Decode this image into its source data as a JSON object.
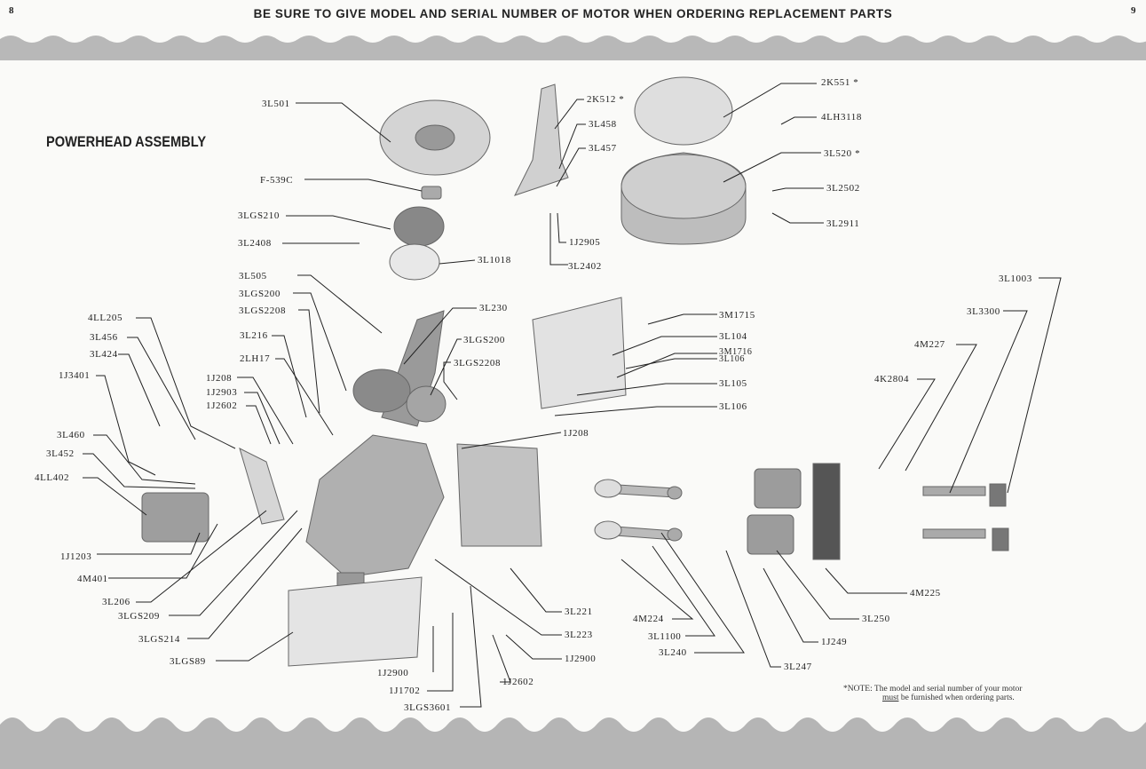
{
  "header": {
    "page_left": "8",
    "page_right": "9",
    "title": "BE SURE TO GIVE MODEL AND SERIAL NUMBER OF MOTOR WHEN ORDERING REPLACEMENT PARTS"
  },
  "section_title": "POWERHEAD ASSEMBLY",
  "labels": {
    "l3L501": "3L501",
    "f539c": "F-539C",
    "l3LGS210": "3LGS210",
    "l3L2408": "3L2408",
    "l3L1018": "3L1018",
    "l2K512": "2K512 *",
    "l3L458": "3L458",
    "l3L457": "3L457",
    "l1J2905": "1J2905",
    "l3L2402": "3L2402",
    "l2K551": "2K551 *",
    "l4LH3118": "4LH3118",
    "l3L520": "3L520 *",
    "l3L2502": "3L2502",
    "l3L2911": "3L2911",
    "l3L505": "3L505",
    "l3LGS200a": "3LGS200",
    "l3LGS2208a": "3LGS2208",
    "l3L230": "3L230",
    "l3LGS200b": "3LGS200",
    "l3LGS2208b": "3LGS2208",
    "l3L216": "3L216",
    "l2LH17": "2LH17",
    "l1J208a": "1J208",
    "l1J2903": "1J2903",
    "l1J2602a": "1J2602",
    "l4LL205": "4LL205",
    "l3L456": "3L456",
    "l3L424": "3L424",
    "l1J3401": "1J3401",
    "l3L460": "3L460",
    "l3L452": "3L452",
    "l4LL402": "4LL402",
    "l1J1203": "1J1203",
    "l4M401": "4M401",
    "l3L206": "3L206",
    "l3LGS209": "3LGS209",
    "l3LGS214": "3LGS214",
    "l3LGS89": "3LGS89",
    "l3M1715": "3M1715",
    "l3L104": "3L104",
    "l3M1716": "3M1716",
    "l3L106a": "3L106",
    "l3L105": "3L105",
    "l3L106b": "3L106",
    "l1J208b": "1J208",
    "l3L1003": "3L1003",
    "l3L3300": "3L3300",
    "l4M227": "4M227",
    "l4K2804": "4K2804",
    "l4M225": "4M225",
    "l3L250": "3L250",
    "l1J249": "1J249",
    "l3L247": "3L247",
    "l4M224": "4M224",
    "l3L1100": "3L1100",
    "l3L240": "3L240",
    "l3L221": "3L221",
    "l3L223": "3L223",
    "l1J2900b": "1J2900",
    "l1J2602b": "1J2602",
    "l1J2900a": "1J2900",
    "l1J1702": "1J1702",
    "l3LGS3601": "3LGS3601"
  },
  "note": {
    "line1": "*NOTE: The model and serial number of your motor",
    "must": "must",
    "line2_rest": "be furnished when ordering parts."
  }
}
